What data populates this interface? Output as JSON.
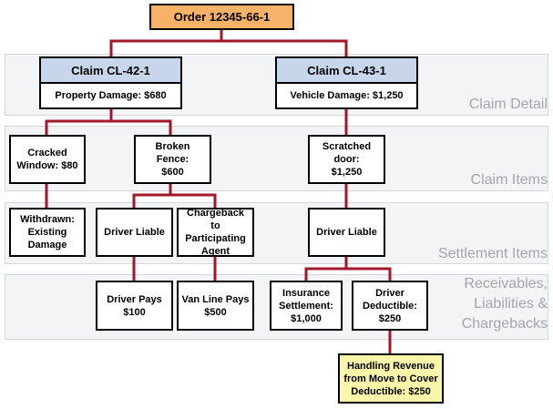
{
  "order": {
    "label": "Order 12345-66-1"
  },
  "bands": {
    "claim_detail": "Claim Detail",
    "claim_items": "Claim Items",
    "settlement_items": "Settlement Items",
    "receivables_line1": "Receivables,",
    "receivables_line2": "Liabilities &",
    "receivables_line3": "Chargebacks"
  },
  "claims": [
    {
      "title": "Claim CL-42-1",
      "detail": "Property Damage: $680"
    },
    {
      "title": "Claim CL-43-1",
      "detail": "Vehicle Damage: $1,250"
    }
  ],
  "items": {
    "cracked_window_l1": "Cracked",
    "cracked_window_l2": "Window: $80",
    "broken_fence_l1": "Broken Fence:",
    "broken_fence_l2": "$600",
    "scratched_door_l1": "Scratched door:",
    "scratched_door_l2": "$1,250"
  },
  "settlements": {
    "withdrawn_l1": "Withdrawn:",
    "withdrawn_l2": "Existing",
    "withdrawn_l3": "Damage",
    "driver_liable_left": "Driver Liable",
    "chargeback_l1": "Chargeback to",
    "chargeback_l2": "Participating",
    "chargeback_l3": "Agent",
    "driver_liable_right": "Driver Liable"
  },
  "receivables": {
    "driver_pays_l1": "Driver Pays",
    "driver_pays_l2": "$100",
    "van_line_pays_l1": "Van Line Pays",
    "van_line_pays_l2": "$500",
    "insurance_l1": "Insurance",
    "insurance_l2": "Settlement:",
    "insurance_l3": "$1,000",
    "deductible_l1": "Driver",
    "deductible_l2": "Deductible:",
    "deductible_l3": "$250",
    "handling_l1": "Handling Revenue",
    "handling_l2": "from Move to Cover",
    "handling_l3": "Deductible: $250"
  },
  "colors": {
    "connector": "#a0182a",
    "order_fill": "#f7b26a",
    "claim_header_fill": "#c8d6ec",
    "handling_fill": "#fbf5a9",
    "band_fill": "#f3f4f6",
    "band_label": "#a3a6ab"
  }
}
